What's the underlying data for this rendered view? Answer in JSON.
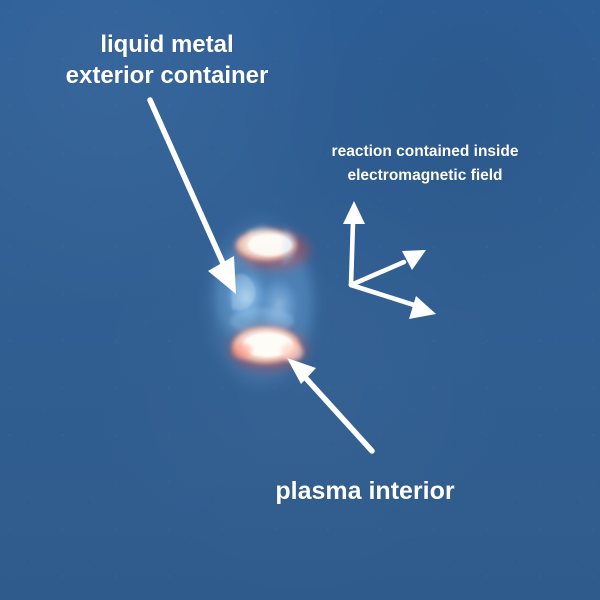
{
  "colors": {
    "background": "#315f93",
    "annotation_text": "#ffffff",
    "arrow": "#ffffff",
    "plasma_core": "#fff6ec",
    "red_halo": "#d64c43",
    "blue_halo": "#8ec8ff"
  },
  "labels": {
    "liquid_metal_line1": "liquid metal",
    "liquid_metal_line2": "exterior container",
    "reaction_line1": "reaction contained inside",
    "reaction_line2": "electromagnetic field",
    "plasma": "plasma interior"
  },
  "icons": {
    "pointer": "arrow-icon",
    "field_directions": "axis-arrows-icon"
  }
}
